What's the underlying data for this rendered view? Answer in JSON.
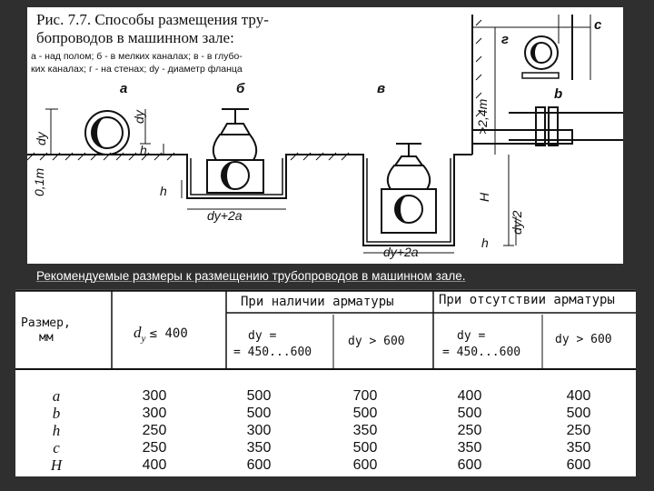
{
  "figure": {
    "caption_title_line1": "Рис. 7.7. Способы размещения тру-",
    "caption_title_line2": "бопроводов в машинном зале:",
    "caption_note_line1": "а - над полом; б - в мелких каналах; в - в глубо-",
    "caption_note_line2": "ких каналах; г - на стенах; dу - диаметр фланца",
    "labels": {
      "a": "а",
      "b": "б",
      "v": "в",
      "g": "г",
      "c": "c",
      "b_side": "b",
      "dv": "dу",
      "dv_small": "dу",
      "h_a": "h",
      "h_b": "h",
      "h_c": "h",
      "gap": "0,1m",
      "width_b": "dу+2a",
      "width_c": "dу+2a",
      "height_wall": ">2,4m",
      "H": "H",
      "half_d": "dу/2"
    }
  },
  "subtitle": "Рекомендуемые размеры к размещению трубопроводов в машинном зале.",
  "table": {
    "header_group1": "При наличии арматуры",
    "header_group2": "При отсутствии арматуры",
    "size_label_line1": "Размер,",
    "size_label_line2": "мм",
    "col1_sym": "d",
    "col1_sub": "у",
    "col1_op": "≤ 400",
    "col2_line1": "dу =",
    "col2_line2": "= 450...600",
    "col3": "dу > 600",
    "col4_line1": "dу =",
    "col4_line2": "= 450...600",
    "col5": "dу > 600",
    "rows": [
      {
        "sym": "a",
        "v": [
          "300",
          "500",
          "700",
          "400",
          "400"
        ]
      },
      {
        "sym": "b",
        "v": [
          "300",
          "500",
          "500",
          "500",
          "500"
        ]
      },
      {
        "sym": "h",
        "v": [
          "250",
          "300",
          "350",
          "250",
          "250"
        ]
      },
      {
        "sym": "c",
        "v": [
          "250",
          "350",
          "500",
          "350",
          "350"
        ]
      },
      {
        "sym": "H",
        "v": [
          "400",
          "600",
          "600",
          "600",
          "600"
        ]
      }
    ]
  }
}
